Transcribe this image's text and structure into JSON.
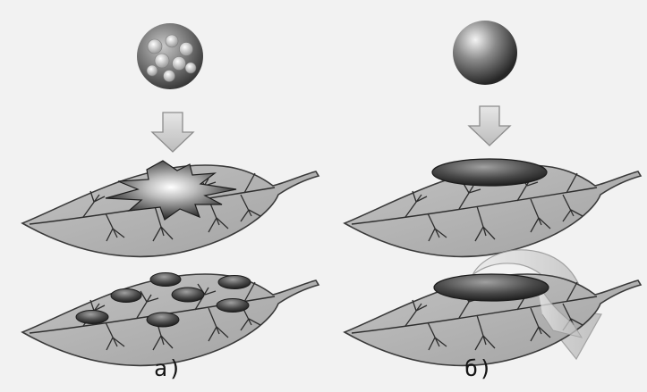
{
  "figure": {
    "panels": [
      {
        "id": "a",
        "caption": "а)"
      },
      {
        "id": "b",
        "caption": "б)"
      }
    ],
    "colors": {
      "background": "#f2f2f2",
      "leaf_fill": "#b2b2b2",
      "leaf_outline": "#3a3a3a",
      "vein": "#2e2e2e",
      "capsule": "#4a4a4a",
      "arrow_fill": "#d0d0d0"
    }
  }
}
